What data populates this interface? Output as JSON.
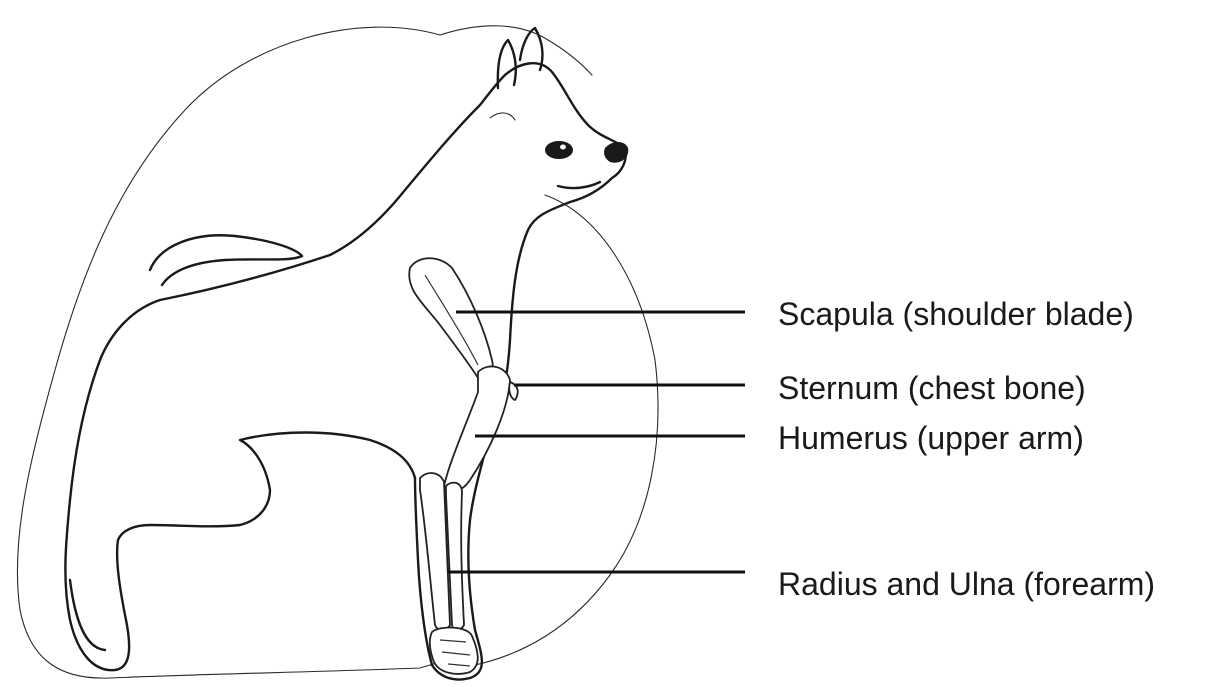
{
  "labels": {
    "scapula": "Scapula (shoulder blade)",
    "sternum": "Sternum (chest bone)",
    "humerus": "Humerus (upper arm)",
    "radius_ulna": "Radius and Ulna (forearm)"
  }
}
